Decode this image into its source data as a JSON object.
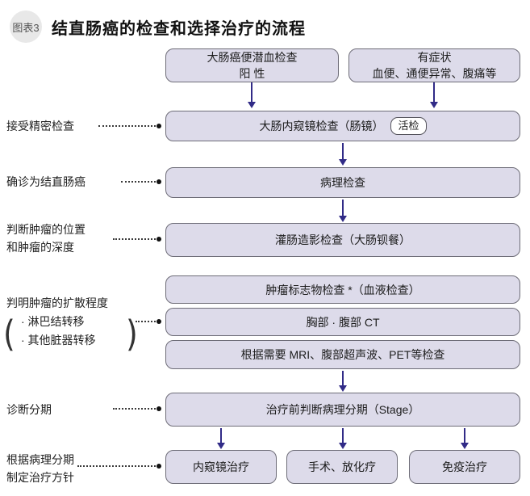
{
  "header": {
    "badge": "图表3",
    "title": "结直肠癌的检查和选择治疗的流程"
  },
  "colors": {
    "box_fill": "#dddbea",
    "box_border": "#6e6d78",
    "arrow": "#312b87",
    "badge_bg": "#e8e8e8"
  },
  "boxes": {
    "fobt": {
      "line1": "大肠癌便潜血检查",
      "line2": "阳 性"
    },
    "symptoms": {
      "line1": "有症状",
      "line2": "血便、通便异常、腹痛等"
    },
    "endoscopy": {
      "label": "大肠内窥镜检查（肠镜）",
      "badge": "活检"
    },
    "pathology": {
      "label": "病理检查"
    },
    "enema": {
      "label": "灌肠造影检查（大肠钡餐）"
    },
    "tumor_marker": {
      "label": "肿瘤标志物检查 *（血液检查）"
    },
    "ct": {
      "label": "胸部 · 腹部 CT"
    },
    "mri": {
      "label": "根据需要 MRI、腹部超声波、PET等检查"
    },
    "staging": {
      "label": "治疗前判断病理分期（Stage）"
    },
    "treatments": [
      "内窥镜治疗",
      "手术、放化疗",
      "免疫治疗"
    ]
  },
  "side_labels": {
    "detailed_exam": "接受精密检查",
    "confirmed": "确诊为结直肠癌",
    "tumor_position_1": "判断肿瘤的位置",
    "tumor_position_2": "和肿瘤的深度",
    "spread_title": "判明肿瘤的扩散程度",
    "spread_item_1": "· 淋巴结转移",
    "spread_item_2": "· 其他脏器转移",
    "paren_open": "(",
    "paren_close": ")",
    "staging": "诊断分期",
    "treatment_policy_1": "根据病理分期",
    "treatment_policy_2": "制定治疗方针"
  }
}
